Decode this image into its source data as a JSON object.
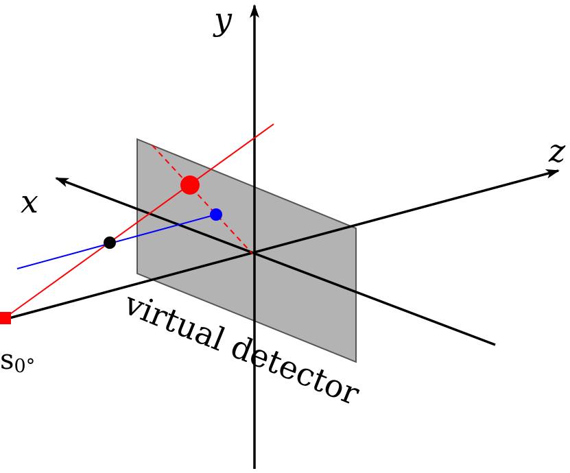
{
  "axes": {
    "x_label": "x",
    "y_label": "y",
    "z_label": "z"
  },
  "source": {
    "label": "s",
    "subscript": "0°"
  },
  "detector": {
    "label": "virtual detector"
  },
  "colors": {
    "axis": "#000000",
    "detector_fill": "#b3b3b3",
    "detector_edge": "#555555",
    "red_ray": "#ff0000",
    "blue_ray": "#0000ff",
    "black_point": "#000000",
    "blue_point": "#0000ff",
    "red_point": "#ff0000",
    "source_marker": "#ff0000"
  }
}
